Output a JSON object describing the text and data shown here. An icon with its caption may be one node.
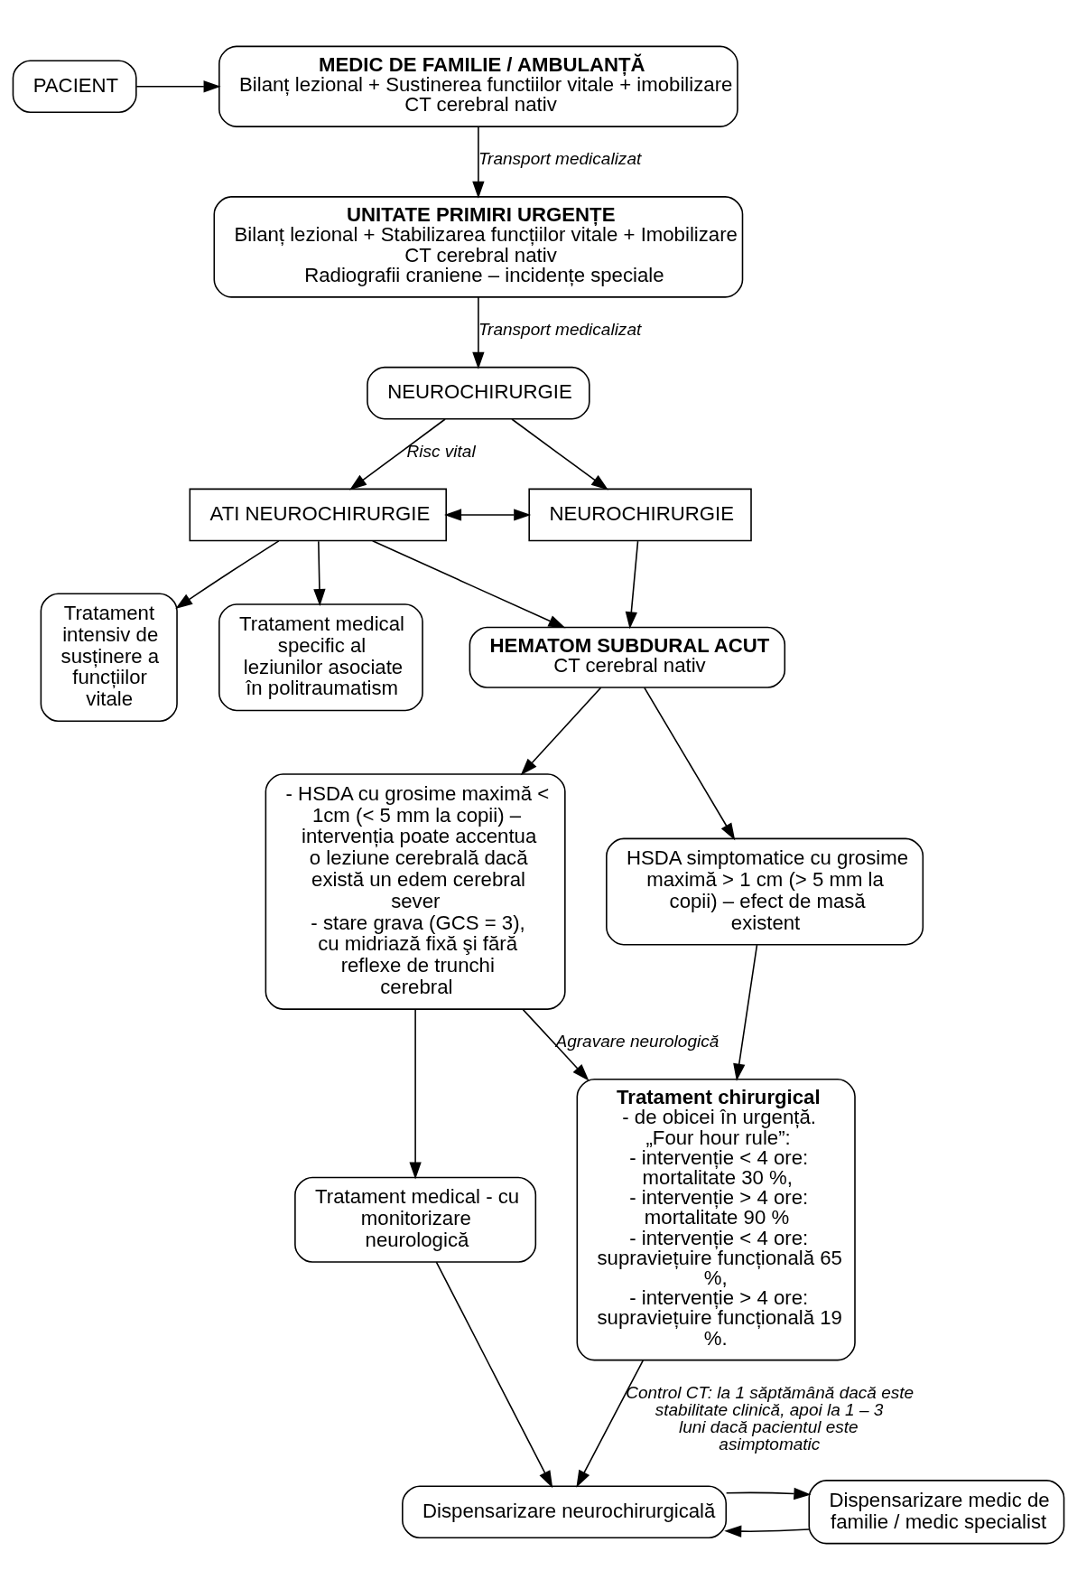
{
  "diagram": {
    "nodes": [
      {
        "text": [
          "PACIENT"
        ]
      },
      {
        "text": [
          "MEDIC DE FAMILIE / AMBULANȚĂ",
          "Bilanț lezional + Sustinerea functiilor vitale + imobilizare",
          "CT cerebral nativ"
        ]
      },
      {
        "text": [
          "UNITATE PRIMIRI URGENȚE",
          "Bilanț lezional + Stabilizarea funcțiilor vitale + Imobilizare",
          "CT cerebral nativ",
          "Radiografii craniene – incidențe speciale"
        ]
      },
      {
        "text": [
          "NEUROCHIRURGIE"
        ]
      },
      {
        "text": [
          "ATI NEUROCHIRURGIE"
        ]
      },
      {
        "text": [
          "NEUROCHIRURGIE"
        ]
      },
      {
        "text": [
          "HEMATOM SUBDURAL ACUT",
          "CT cerebral nativ"
        ]
      },
      {
        "text": [
          "- HSDA cu grosime maximă < 1cm (< 5 mm la copii) – intervenția poate accentua o leziune cerebrală dacă există un edem cerebral sever",
          "- stare grava (GCS = 3), cu midriază fixă şi fără reflexe de trunchi cerebral"
        ]
      },
      {
        "text": [
          "HSDA simptomatice cu grosime maximă > 1 cm (> 5 mm la copii) – efect de masă existent"
        ]
      },
      {
        "text": [
          "Tratament intensiv de susținere a funcțiilor vitale"
        ]
      },
      {
        "text": [
          "Tratament chirurgical",
          "- de obicei în urgență. „Four hour rule”:",
          "- intervenție < 4 ore: mortalitate 30 %,",
          "- intervenție > 4 ore: mortalitate 90 %",
          "- intervenție < 4 ore: supraviețuire funcțională 65 %,",
          "- intervenție > 4 ore: supraviețuire funcțională 19 %."
        ]
      },
      {
        "text": [
          "Tratament medical specific al leziunilor asociate în politraumatism"
        ]
      },
      {
        "text": [
          "Tratament medical - cu monitorizare neurologică"
        ]
      },
      {
        "text": [
          "Dispensarizare medic de familie / medic specialist"
        ]
      },
      {
        "text": [
          "Dispensarizare neurochirurgicală"
        ]
      }
    ],
    "edges": [
      {
        "from": 0,
        "to": 1,
        "arrow": "to"
      },
      {
        "from": 1,
        "to": 2,
        "arrow": "to",
        "label": "Transport medicalizat"
      },
      {
        "from": 2,
        "to": 3,
        "arrow": "to",
        "label": "Transport medicalizat"
      },
      {
        "from": 3,
        "to": 4,
        "arrow": "to",
        "label": "Risc vital"
      },
      {
        "from": 3,
        "to": 5,
        "arrow": "to"
      },
      {
        "from": 4,
        "to": 5,
        "arrow": "both"
      },
      {
        "from": 4,
        "to": 6,
        "arrow": "to"
      },
      {
        "from": 5,
        "to": 6,
        "arrow": "to"
      },
      {
        "from": 6,
        "to": 7,
        "arrow": "to"
      },
      {
        "from": 6,
        "to": 8,
        "arrow": "to"
      },
      {
        "from": 4,
        "to": 9,
        "arrow": "to"
      },
      {
        "from": 4,
        "to": 11,
        "arrow": "to"
      },
      {
        "from": 8,
        "to": 10,
        "arrow": "to"
      },
      {
        "from": 7,
        "to": 10,
        "arrow": "to",
        "label": "Agravare neurologică"
      },
      {
        "from": 7,
        "to": 12,
        "arrow": "to"
      },
      {
        "from": 12,
        "to": 14,
        "arrow": "to"
      },
      {
        "from": 10,
        "to": 14,
        "arrow": "to",
        "label": "Control CT: la 1 săptămână dacă este stabilitate clinică, apoi la 1 – 3 luni dacă pacientul este asimptomatic"
      },
      {
        "from": 13,
        "to": 14,
        "arrow": "to"
      },
      {
        "from": 14,
        "to": 13,
        "arrow": "to"
      }
    ]
  }
}
